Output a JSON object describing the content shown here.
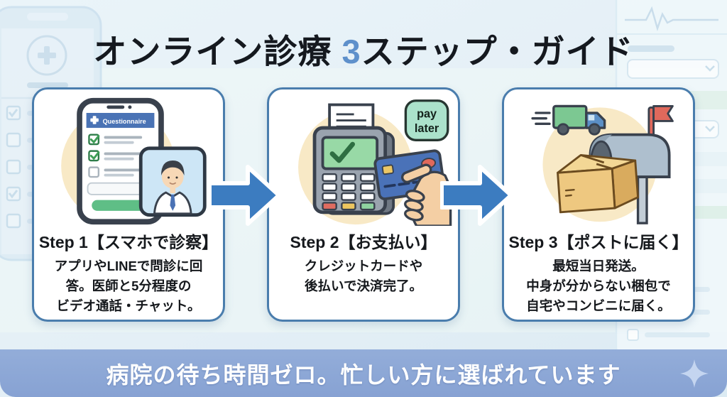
{
  "title": {
    "part1": "オンライン診療 ",
    "highlight": "3",
    "part2": "ステップ・ガイド"
  },
  "steps": [
    {
      "heading": "Step 1【スマホで診察】",
      "lines": [
        "アプリやLINEで問診に回",
        "答。医師と5分程度の",
        "ビデオ通話・チャット。"
      ],
      "illustration": "smartphone-questionnaire-with-doctor-video"
    },
    {
      "heading": "Step 2【お支払い】",
      "lines": [
        "クレジットカードや",
        "後払いで決済完了。"
      ],
      "illustration": "payment-terminal-credit-card-hand",
      "badge": {
        "line1": "pay",
        "line2": "later"
      }
    },
    {
      "heading": "Step 3【ポストに届く】",
      "lines": [
        "最短当日発送。",
        "中身が分からない梱包で",
        "自宅やコンビニに届く。"
      ],
      "illustration": "delivery-truck-package-mailbox"
    }
  ],
  "phone_app": {
    "header_label": "Questionnaire"
  },
  "banner": {
    "text": "病院の待ち時間ゼロ。忙しい方に選ばれています",
    "icon": "sparkle-icon"
  },
  "colors": {
    "accent_arrow_blue": "#3c7cc0",
    "card_border_blue": "#4a7dad",
    "highlight_number_blue": "#5e90cb",
    "banner_blue": "#8ca7d8",
    "illustration_circle_cream": "#f8e9c6",
    "pay_later_mint": "#abe2cb",
    "check_green": "#3f9e57"
  }
}
